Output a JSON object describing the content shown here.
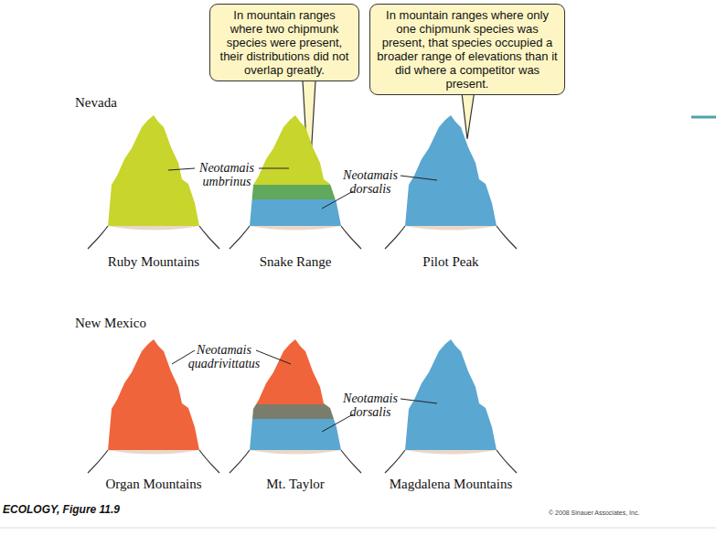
{
  "diagram": {
    "nodes": [
      {
        "text": [
          "In mountain ranges where two chipmunk species were present, their distributions did not overlap greatly."
        ]
      },
      {
        "text": [
          "In mountain ranges where only one chipmunk species was present, that species occupied a broader range of elevations than it did where a competitor was present."
        ]
      }
    ],
    "labels": [
      "Nevada",
      "Neotamais umbrinus",
      "Neotamais dorsalis",
      "Ruby Mountains",
      "Snake Range",
      "Pilot Peak",
      "New Mexico",
      "Neotamais quadrivittatus",
      "Neotamais dorsalis",
      "Organ Mountains",
      "Mt. Taylor",
      "Magdalena Mountains",
      "ECOLOGY, Figure 11.9",
      "© 2008 Sinauer Associates, Inc."
    ]
  }
}
